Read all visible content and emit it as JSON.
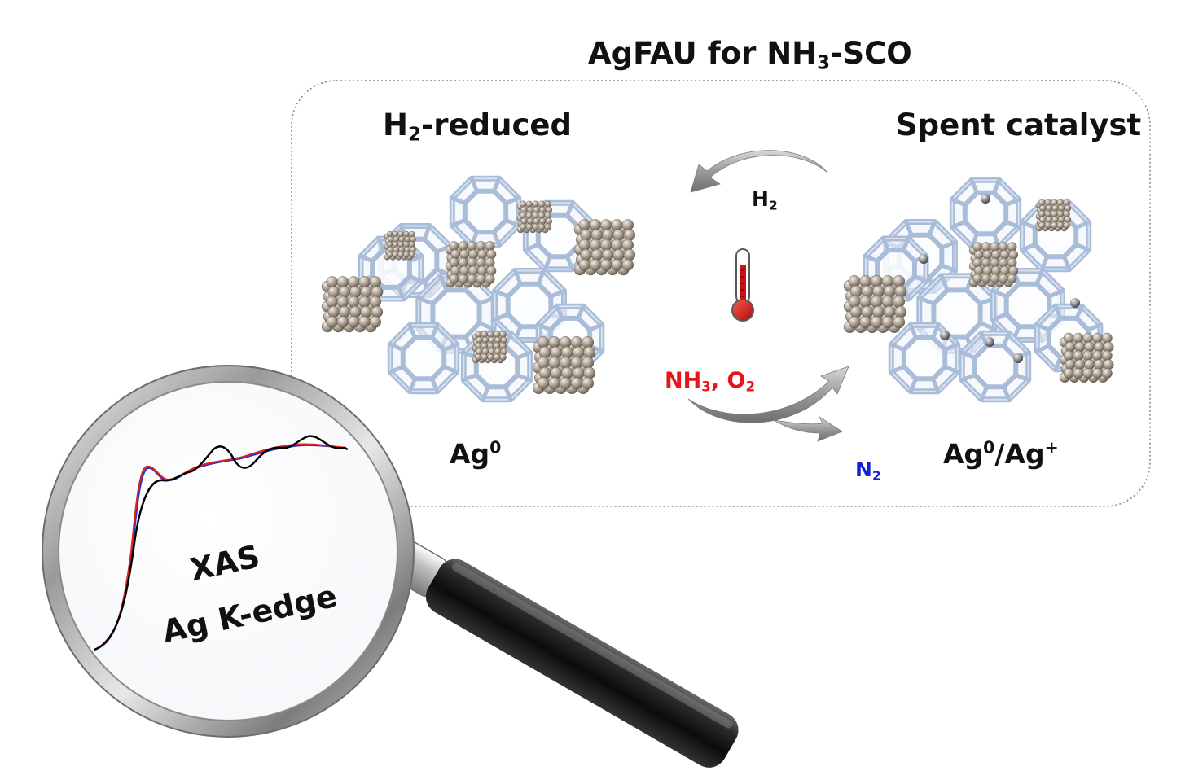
{
  "title": {
    "main": "AgFAU for NH",
    "sub": "3",
    "tail": "-SCO"
  },
  "left_state": {
    "title_main": "H",
    "title_sub": "2",
    "title_tail": "-reduced",
    "species_main": "Ag",
    "species_sup": "0"
  },
  "right_state": {
    "title": "Spent catalyst",
    "species_a": "Ag",
    "species_a_sup": "0",
    "species_sep": "/Ag",
    "species_b_sup": "+"
  },
  "reduction_gas": {
    "main": "H",
    "sub": "2"
  },
  "reactants": {
    "a_main": "NH",
    "a_sub": "3",
    "sep": ", ",
    "b_main": "O",
    "b_sub": "2"
  },
  "product": {
    "main": "N",
    "sub": "2"
  },
  "lens": {
    "line1": "XAS",
    "line2": "Ag K-edge"
  },
  "colors": {
    "zeolite_frame": "#a9bcd8",
    "silver_cluster": "#8c8276",
    "reactant_text": "#e8141b",
    "product_text": "#1420d6",
    "thermometer": "#c81414",
    "xas_black": "#000000",
    "xas_red": "#e0201e",
    "xas_blue": "#2b34c8"
  },
  "icons": [
    "thermometer-icon",
    "magnifying-glass-icon"
  ]
}
